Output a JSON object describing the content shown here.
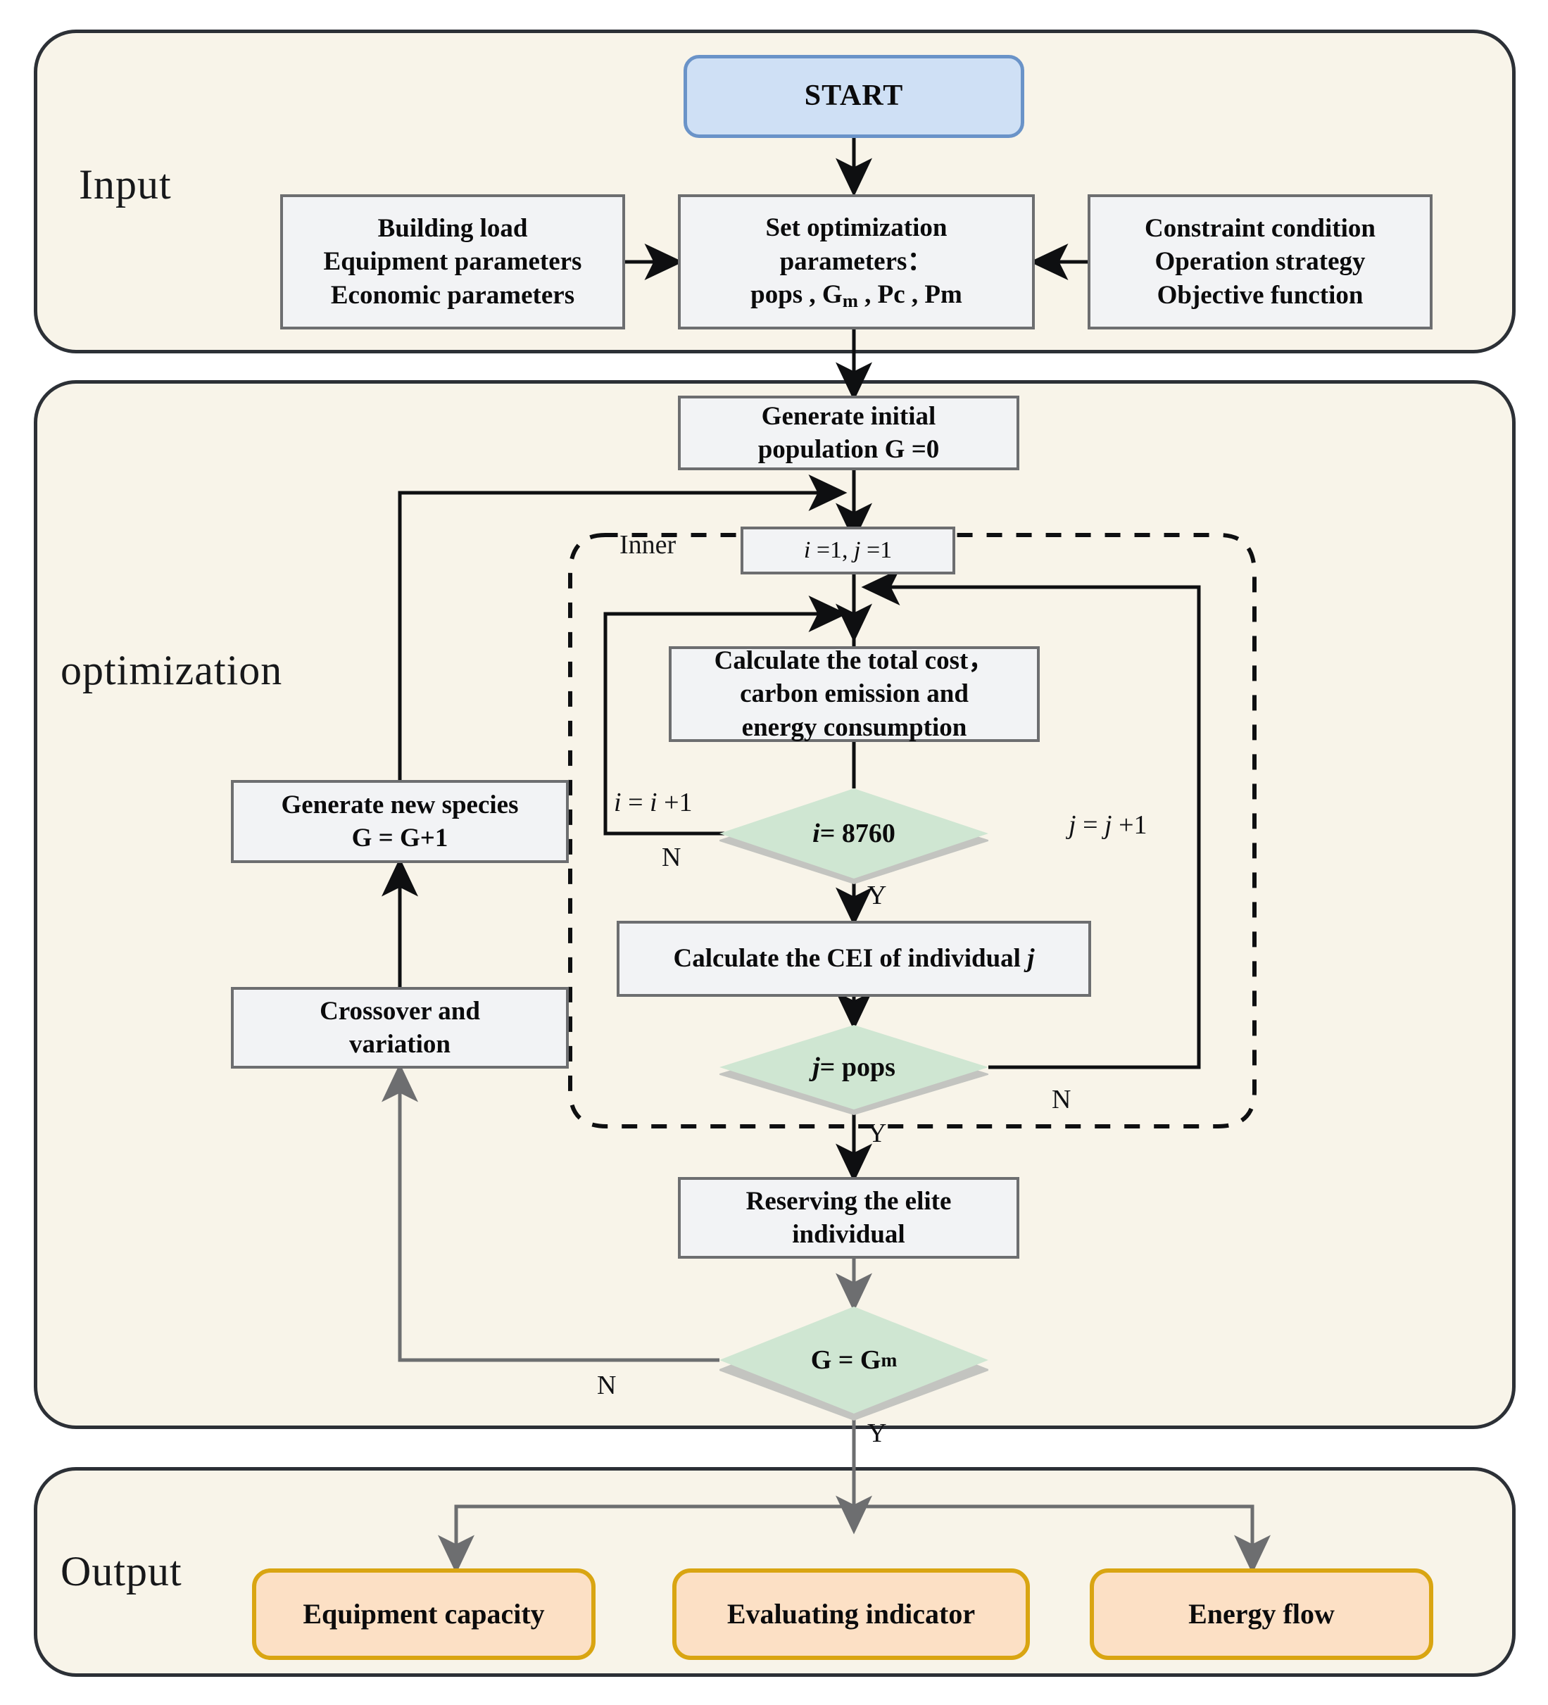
{
  "title": "Genetic algorithm optimization flowchart",
  "sections": [
    {
      "id": "input",
      "label": "Input"
    },
    {
      "id": "optimization",
      "label": "optimization"
    },
    {
      "id": "output",
      "label": "Output"
    }
  ],
  "nodes": {
    "start": {
      "label": "START",
      "shape": "rounded-terminator",
      "fill": "#cfe0f5",
      "stroke": "#6a93c8"
    },
    "inputs_left": {
      "line1": "Building load",
      "line2": "Equipment parameters",
      "line3": "Economic parameters"
    },
    "set_params": {
      "line1": "Set optimization",
      "line2": "parameters：",
      "line3_a": "pops , G",
      "line3_sub": "m",
      "line3_b": " , Pc , Pm"
    },
    "inputs_right": {
      "line1": "Constraint condition",
      "line2": "Operation strategy",
      "line3": "Objective function"
    },
    "gen_initial": {
      "line1": "Generate initial",
      "line2": "population G =0"
    },
    "init_ij": {
      "label_a": "i",
      "label_b": " =1, ",
      "label_c": "j",
      "label_d": " =1"
    },
    "calc_cost": {
      "line1": "Calculate the total cost，",
      "line2": "carbon emission and",
      "line3": "energy consumption"
    },
    "diamond_i": {
      "label_a": "i",
      "label_b": " = 8760",
      "fill": "#cfe6d2",
      "shadow": "#c3c4c0"
    },
    "calc_cei": {
      "text_a": "Calculate the CEI of individual ",
      "text_b": "j"
    },
    "diamond_j": {
      "label_a": "j",
      "label_b": " = pops",
      "fill": "#cfe6d2",
      "shadow": "#c3c4c0"
    },
    "reserve_elite": {
      "line1": "Reserving the elite",
      "line2": "individual"
    },
    "diamond_g": {
      "label_a": "G = G",
      "label_sub": "m",
      "fill": "#cfe6d2",
      "shadow": "#c3c4c0"
    },
    "crossover": {
      "line1": "Crossover and",
      "line2": "variation"
    },
    "gen_species": {
      "line1": "Generate new species",
      "line2": "G = G+1"
    },
    "out_equipment": {
      "label": "Equipment capacity"
    },
    "out_indicator": {
      "label": "Evaluating indicator"
    },
    "out_energy": {
      "label": "Energy flow"
    }
  },
  "edge_labels": {
    "inner_tag": "Inner",
    "i_increment_a": "i",
    "i_increment_b": " = ",
    "i_increment_c": "i",
    "i_increment_d": " +1",
    "j_increment_a": "j",
    "j_increment_b": " = ",
    "j_increment_c": "j",
    "j_increment_d": " +1",
    "n_i": "N",
    "y_i": "Y",
    "n_j": "N",
    "y_j": "Y",
    "n_g": "N",
    "y_g": "Y"
  },
  "colors": {
    "panel_bg": "#f8f4e9",
    "panel_border": "#2c3036",
    "process_fill": "#f2f3f5",
    "process_border": "#6d6e70",
    "start_fill": "#cfe0f5",
    "start_border": "#6a93c8",
    "decision_fill": "#cfe6d2",
    "output_fill": "#fce0c5",
    "output_border": "#d9a512",
    "connector_dark": "#0e0f11",
    "connector_gray": "#6d6e70"
  }
}
